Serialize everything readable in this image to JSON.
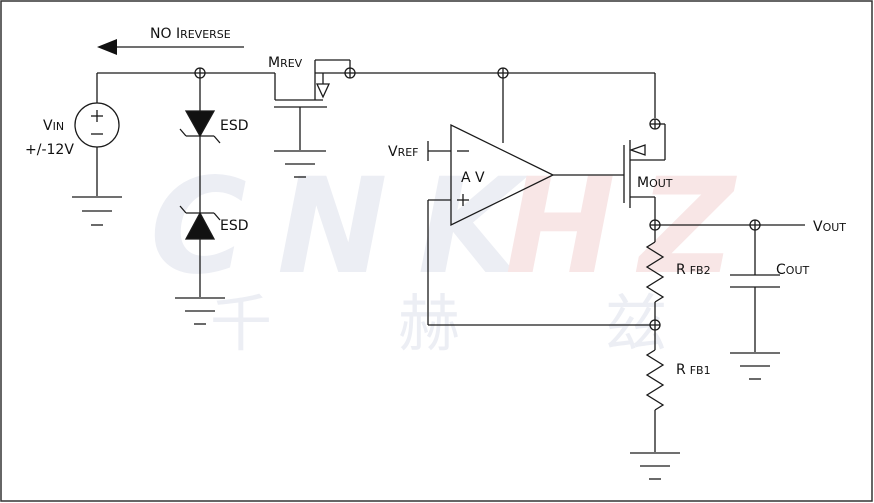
{
  "watermark": {
    "latin": "CNKHZ",
    "hanzi": [
      "千",
      "赫",
      "兹"
    ],
    "colors": {
      "grey": "#eceef4",
      "red": "#f8e6e6"
    }
  },
  "labels": {
    "no_i": "NO I",
    "reverse": "REVERSE",
    "vin_v": "V",
    "vin_sub": "IN",
    "vin_range": "+/-12V",
    "mrev_m": "M",
    "mrev_sub": "REV",
    "esd_top": "ESD",
    "esd_bottom": "ESD",
    "vref_v": "V",
    "vref_sub": "REF",
    "av": "A V",
    "mout_m": "M",
    "mout_sub": "OUT",
    "vout_v": "V",
    "vout_sub": "OUT",
    "rfb2_r": "R",
    "rfb2_sub": "FB2",
    "cout_c": "C",
    "cout_sub": "OUT",
    "rfb1_r": "R",
    "rfb1_sub": "FB1",
    "plus": "+",
    "minus": "−"
  },
  "colors": {
    "wire": "#1a1a1a",
    "border": "#333333",
    "fill": "#111111"
  }
}
